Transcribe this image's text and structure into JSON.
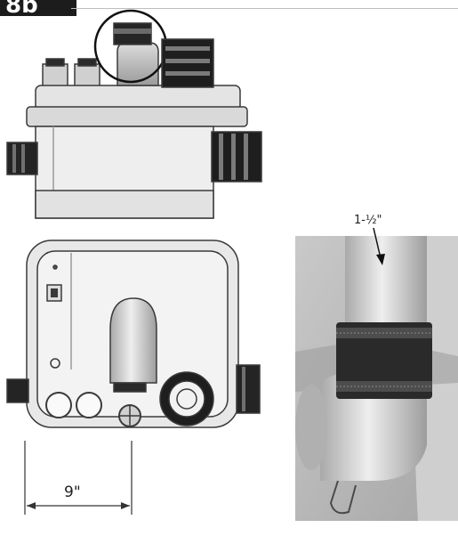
{
  "figure": {
    "step_label": "8b",
    "dimension_width": "9\"",
    "dimension_pipe": "1-½\""
  },
  "colors": {
    "outline": "#3a3a3a",
    "body_fill": "#e6e6e6",
    "dark_fitting": "#1e1e1e",
    "photo_bg": "#b8b8b8"
  }
}
